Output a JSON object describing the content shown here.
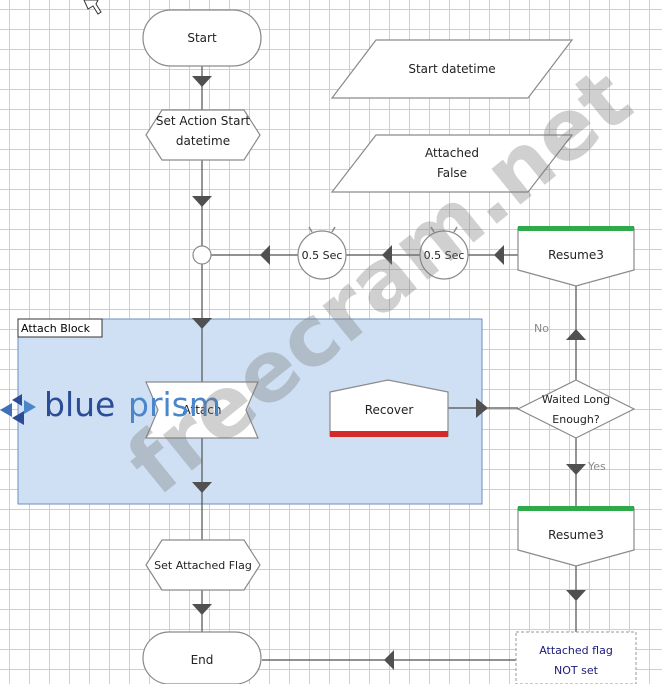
{
  "stages": {
    "start": "Start",
    "set_action_start_line1": "Set Action Start",
    "set_action_start_line2": "datetime",
    "start_datetime": "Start datetime",
    "attached_line1": "Attached",
    "attached_line2": "False",
    "wait1": "0.5 Sec",
    "wait2": "0.5 Sec",
    "resume_top": "Resume3",
    "attach": "Attach",
    "recover": "Recover",
    "decision_line1": "Waited Long",
    "decision_line2": "Enough?",
    "resume_bottom": "Resume3",
    "set_attached_flag": "Set Attached Flag",
    "end": "End",
    "note_line1": "Attached flag",
    "note_line2": "NOT set"
  },
  "block": {
    "title": "Attach Block"
  },
  "branches": {
    "no": "No",
    "yes": "Yes"
  },
  "logo": {
    "text_part1": "blue",
    "text_part2": "prism"
  },
  "watermark": "freecram.net",
  "colors": {
    "block_fill": "#cfe0f4",
    "block_border": "#6a8fbf",
    "shape_fill": "#ffffff",
    "shape_stroke": "#8a8a8a",
    "connector": "#505050",
    "resume_bar": "#2faa4a",
    "recover_bar": "#d42a2a",
    "logo_blue": "#2a4d96"
  }
}
